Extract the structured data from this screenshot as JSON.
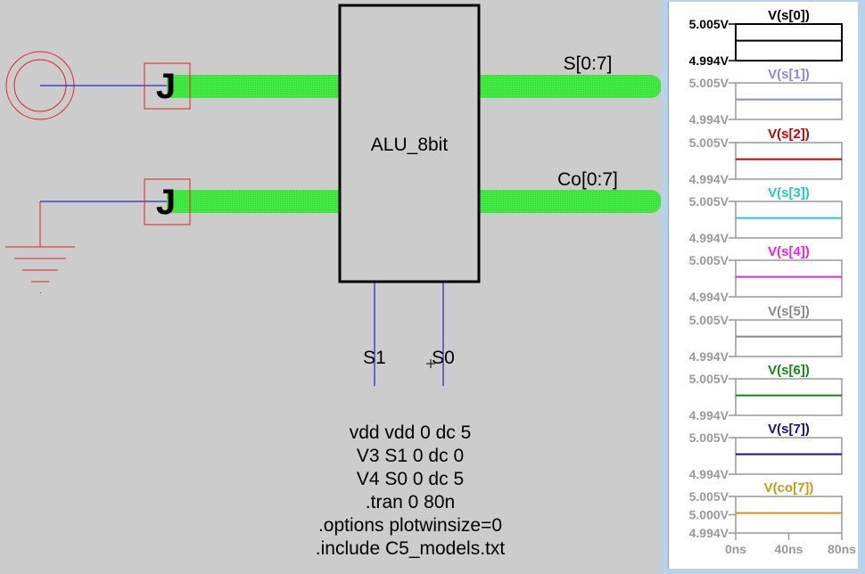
{
  "schematic": {
    "component_label": "ALU_8bit",
    "bus_outputs": [
      {
        "label": "S[0:7]"
      },
      {
        "label": "Co[0:7]"
      }
    ],
    "bus_input_connector_glyph": "J",
    "control_pins": [
      {
        "label": "S1"
      },
      {
        "label": "S0"
      }
    ],
    "spice_directives": [
      "vdd vdd 0 dc 5",
      "V3 S1 0 dc 0",
      "V4 S0 0 dc 5",
      ".tran 0 80n",
      ".options plotwinsize=0",
      ".include C5_models.txt"
    ],
    "icons": {
      "vdd_source": "vdd-source-icon",
      "ground": "ground-icon",
      "bus_tap": "bus-tap-icon"
    },
    "colors": {
      "background": "#cccccc",
      "wire": "#0000cc",
      "component_outline": "#000000",
      "symbol": "#dd2222",
      "bus": "#44ee44"
    }
  },
  "chart_data": {
    "type": "line",
    "xlabel": "",
    "x_ticks": [
      "0ns",
      "40ns",
      "80ns"
    ],
    "xlim": [
      0,
      80
    ],
    "x_units": "ns",
    "panels": [
      {
        "title": "V(s[0])",
        "color": "#000000",
        "ylim": [
          4.994,
          5.005
        ],
        "y_ticks": [
          "5.005V",
          "4.994V"
        ],
        "x": [
          0,
          80
        ],
        "y": [
          5.0,
          5.0
        ],
        "selected": true
      },
      {
        "title": "V(s[1])",
        "color": "#8888ee",
        "ylim": [
          4.994,
          5.005
        ],
        "y_ticks": [
          "5.005V",
          "4.994V"
        ],
        "x": [
          0,
          80
        ],
        "y": [
          5.0,
          5.0
        ]
      },
      {
        "title": "V(s[2])",
        "color": "#cc0000",
        "ylim": [
          4.994,
          5.005
        ],
        "y_ticks": [
          "5.005V",
          "4.994V"
        ],
        "x": [
          0,
          80
        ],
        "y": [
          5.0,
          5.0
        ]
      },
      {
        "title": "V(s[3])",
        "color": "#22ccbb",
        "ylim": [
          4.994,
          5.005
        ],
        "y_ticks": [
          "5.005V",
          "4.994V"
        ],
        "x": [
          0,
          80
        ],
        "y": [
          5.0,
          5.0
        ]
      },
      {
        "title": "V(s[4])",
        "color": "#ee22dd",
        "ylim": [
          4.994,
          5.005
        ],
        "y_ticks": [
          "5.005V",
          "4.994V"
        ],
        "x": [
          0,
          80
        ],
        "y": [
          5.0,
          5.0
        ]
      },
      {
        "title": "V(s[5])",
        "color": "#888888",
        "ylim": [
          4.994,
          5.005
        ],
        "y_ticks": [
          "5.005V",
          "4.994V"
        ],
        "x": [
          0,
          80
        ],
        "y": [
          5.0,
          5.0
        ]
      },
      {
        "title": "V(s[6])",
        "color": "#118811",
        "ylim": [
          4.994,
          5.005
        ],
        "y_ticks": [
          "5.005V",
          "4.994V"
        ],
        "x": [
          0,
          80
        ],
        "y": [
          5.0,
          5.0
        ]
      },
      {
        "title": "V(s[7])",
        "color": "#111199",
        "ylim": [
          4.994,
          5.005
        ],
        "y_ticks": [
          "5.005V",
          "4.994V"
        ],
        "x": [
          0,
          80
        ],
        "y": [
          5.0,
          5.0
        ]
      },
      {
        "title": "V(co[7])",
        "color": "#cc9911",
        "ylim": [
          4.994,
          5.005
        ],
        "y_ticks": [
          "5.005V",
          "5.000V",
          "4.994V"
        ],
        "x": [
          0,
          80
        ],
        "y": [
          5.0,
          5.0
        ]
      }
    ],
    "axis_color_selected": "#000000",
    "axis_color": "#999999"
  }
}
